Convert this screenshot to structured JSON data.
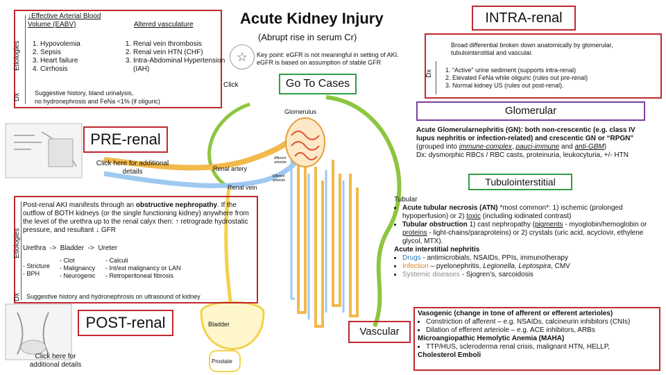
{
  "colors": {
    "red": "#c0282d",
    "purple": "#7b3fa0",
    "green": "#2f9e44",
    "kidney": "#8cc63f",
    "vessel": "#f2b94b"
  },
  "title": "Acute Kidney Injury",
  "subtitle": "(Abrupt rise in serum Cr)",
  "keypoint": {
    "icon": "star-icon",
    "text": "Key point: eGFR is not meaningful in setting of AKI. eGFR is based on assumption of stable GFR"
  },
  "click_label": "Click",
  "go_to_cases": "Go To Cases",
  "prerenal_top": {
    "etiologies_label": "Etiologies",
    "dx_label": "Dx",
    "eabv_header": "↓Effective Arterial Blood Volume (EABV)",
    "eabv_items": [
      "Hypovolemia",
      "Sepsis",
      "Heart failure",
      "Cirrhosis"
    ],
    "vasc_header": "Altered vasculature",
    "vasc_items": [
      "Renal vein thrombosis",
      "Renal vein HTN (CHF)",
      "Intra-Abdominal Hypertension (IAH)"
    ],
    "dx_text_1": "Suggestive history, bland urinalysis,",
    "dx_text_2": "no hydronephrosis and FeNa <1% (if oliguric)"
  },
  "intrarenal": {
    "title": "INTRA-renal",
    "dx_label": "Dx",
    "broad": "Broad differential broken down anatomically by glomerular, tubulointerstitial and vascular.",
    "dx_items": [
      "“Active” urine sediment (supports intra-renal)",
      "Elevated FeNa while oliguric (rules out pre-renal)",
      "Normal kidney US (rules out post-renal)."
    ]
  },
  "glomerular": {
    "title": "Glomerular",
    "text_1": "Acute Glomerularnephritis (GN): both non-crescentic (e.g. class IV lupus nephritis or infection-related) and crescentic GN or “RPGN”",
    "text_2a": "(grouped into ",
    "text_immune": "immune-complex",
    "text_comma": ", ",
    "text_pauci": "pauci-immune",
    "text_and": " and ",
    "text_antigbm": "anti-GBM",
    "text_close": ")",
    "text_3": "Dx: dysmorphic RBCs / RBC casts, proteinuria, leukocyturia, +/- HTN"
  },
  "tubulo": {
    "title": "Tubulointerstitial",
    "tubular": "Tubular",
    "atn_bold": "Acute tubular necrosis (ATN)",
    "atn_rest": " *most common*: 1) ischemic (prolonged hypoperfusion) or 2) ",
    "atn_toxic": "toxic",
    "atn_end": " (including iodinated contrast)",
    "obs_bold": "Tubular obstruction",
    "obs_1": " 1) cast nephropathy (",
    "obs_pigments": "pigments",
    "obs_2": " - myoglobin/hemoglobin or ",
    "obs_proteins": "proteins",
    "obs_3": " - light-chains/paraproteins) or 2) crystals (uric acid, acyclovir, ethylene glycol, MTX).",
    "ain": "Acute interstitial nephritis",
    "drugs_label": "Drugs",
    "drugs_text": " - antimicrobials, NSAIDs, PPIs, immunotherapy",
    "infection_label": "Infection",
    "infection_text": " – pyelonephritis, ",
    "infection_italic": "Legionella, Leptospira",
    "infection_end": ", CMV",
    "systemic_label": "Systemic diseases",
    "systemic_text": " - Sjogren’s, sarcoidosis"
  },
  "vascular": {
    "title": "Vascular",
    "vasogenic": "Vasogenic (change in tone of afferent or efferent arterioles)",
    "v1": "Constriction of afferent – e.g. NSAIDs, calcineurin inhibitors (CNIs)",
    "v2": "Dilation of efferent arteriole – e.g. ACE inhibitors, ARBs",
    "maha": "Microangiopathic Hemolytic Anemia (MAHA)",
    "m1": "TTP/HUS, scleroderma renal crisis, malignant HTN, HELLP,",
    "chol": "Cholesterol Emboli"
  },
  "prerenal": {
    "title": "PRE-renal",
    "click_here": "Click here for additional details"
  },
  "postrenal": {
    "title": "POST-renal",
    "click_here": "Click here for additional details",
    "etiologies_label": "Etiologies",
    "dx_label": "Dx",
    "intro_1": "Post-renal AKI manifests through an ",
    "intro_bold": "obstructive nephropathy",
    "intro_2": ".  If the outflow of BOTH kidneys (or the single functioning kidney) anywhere from the level of the urethra up to the renal calyx then: ↑ retrograde hydrostatic pressure, and resultant ↓ GFR",
    "path": "Urethra  ->  Bladder  ->  Ureter",
    "col1": "- Stricture\n- BPH",
    "col2": "- Clot\n- Malignancy\n- Neurogenic",
    "col3": "- Calculi\n- Int/ext malignancy or LAN\n- Retroperitoneal fibrosis",
    "dx_text": "Suggestive history and hydronephrosis on ultrasound of kidney"
  },
  "anatomy": {
    "glomerulus": "Glomerulus",
    "renal_artery": "Renal artery",
    "renal_vein": "Renal vein",
    "bladder": "Bladder",
    "prostate": "Prostate",
    "afferent": "Afferent arteriole",
    "efferent": "Efferent arteriole"
  }
}
